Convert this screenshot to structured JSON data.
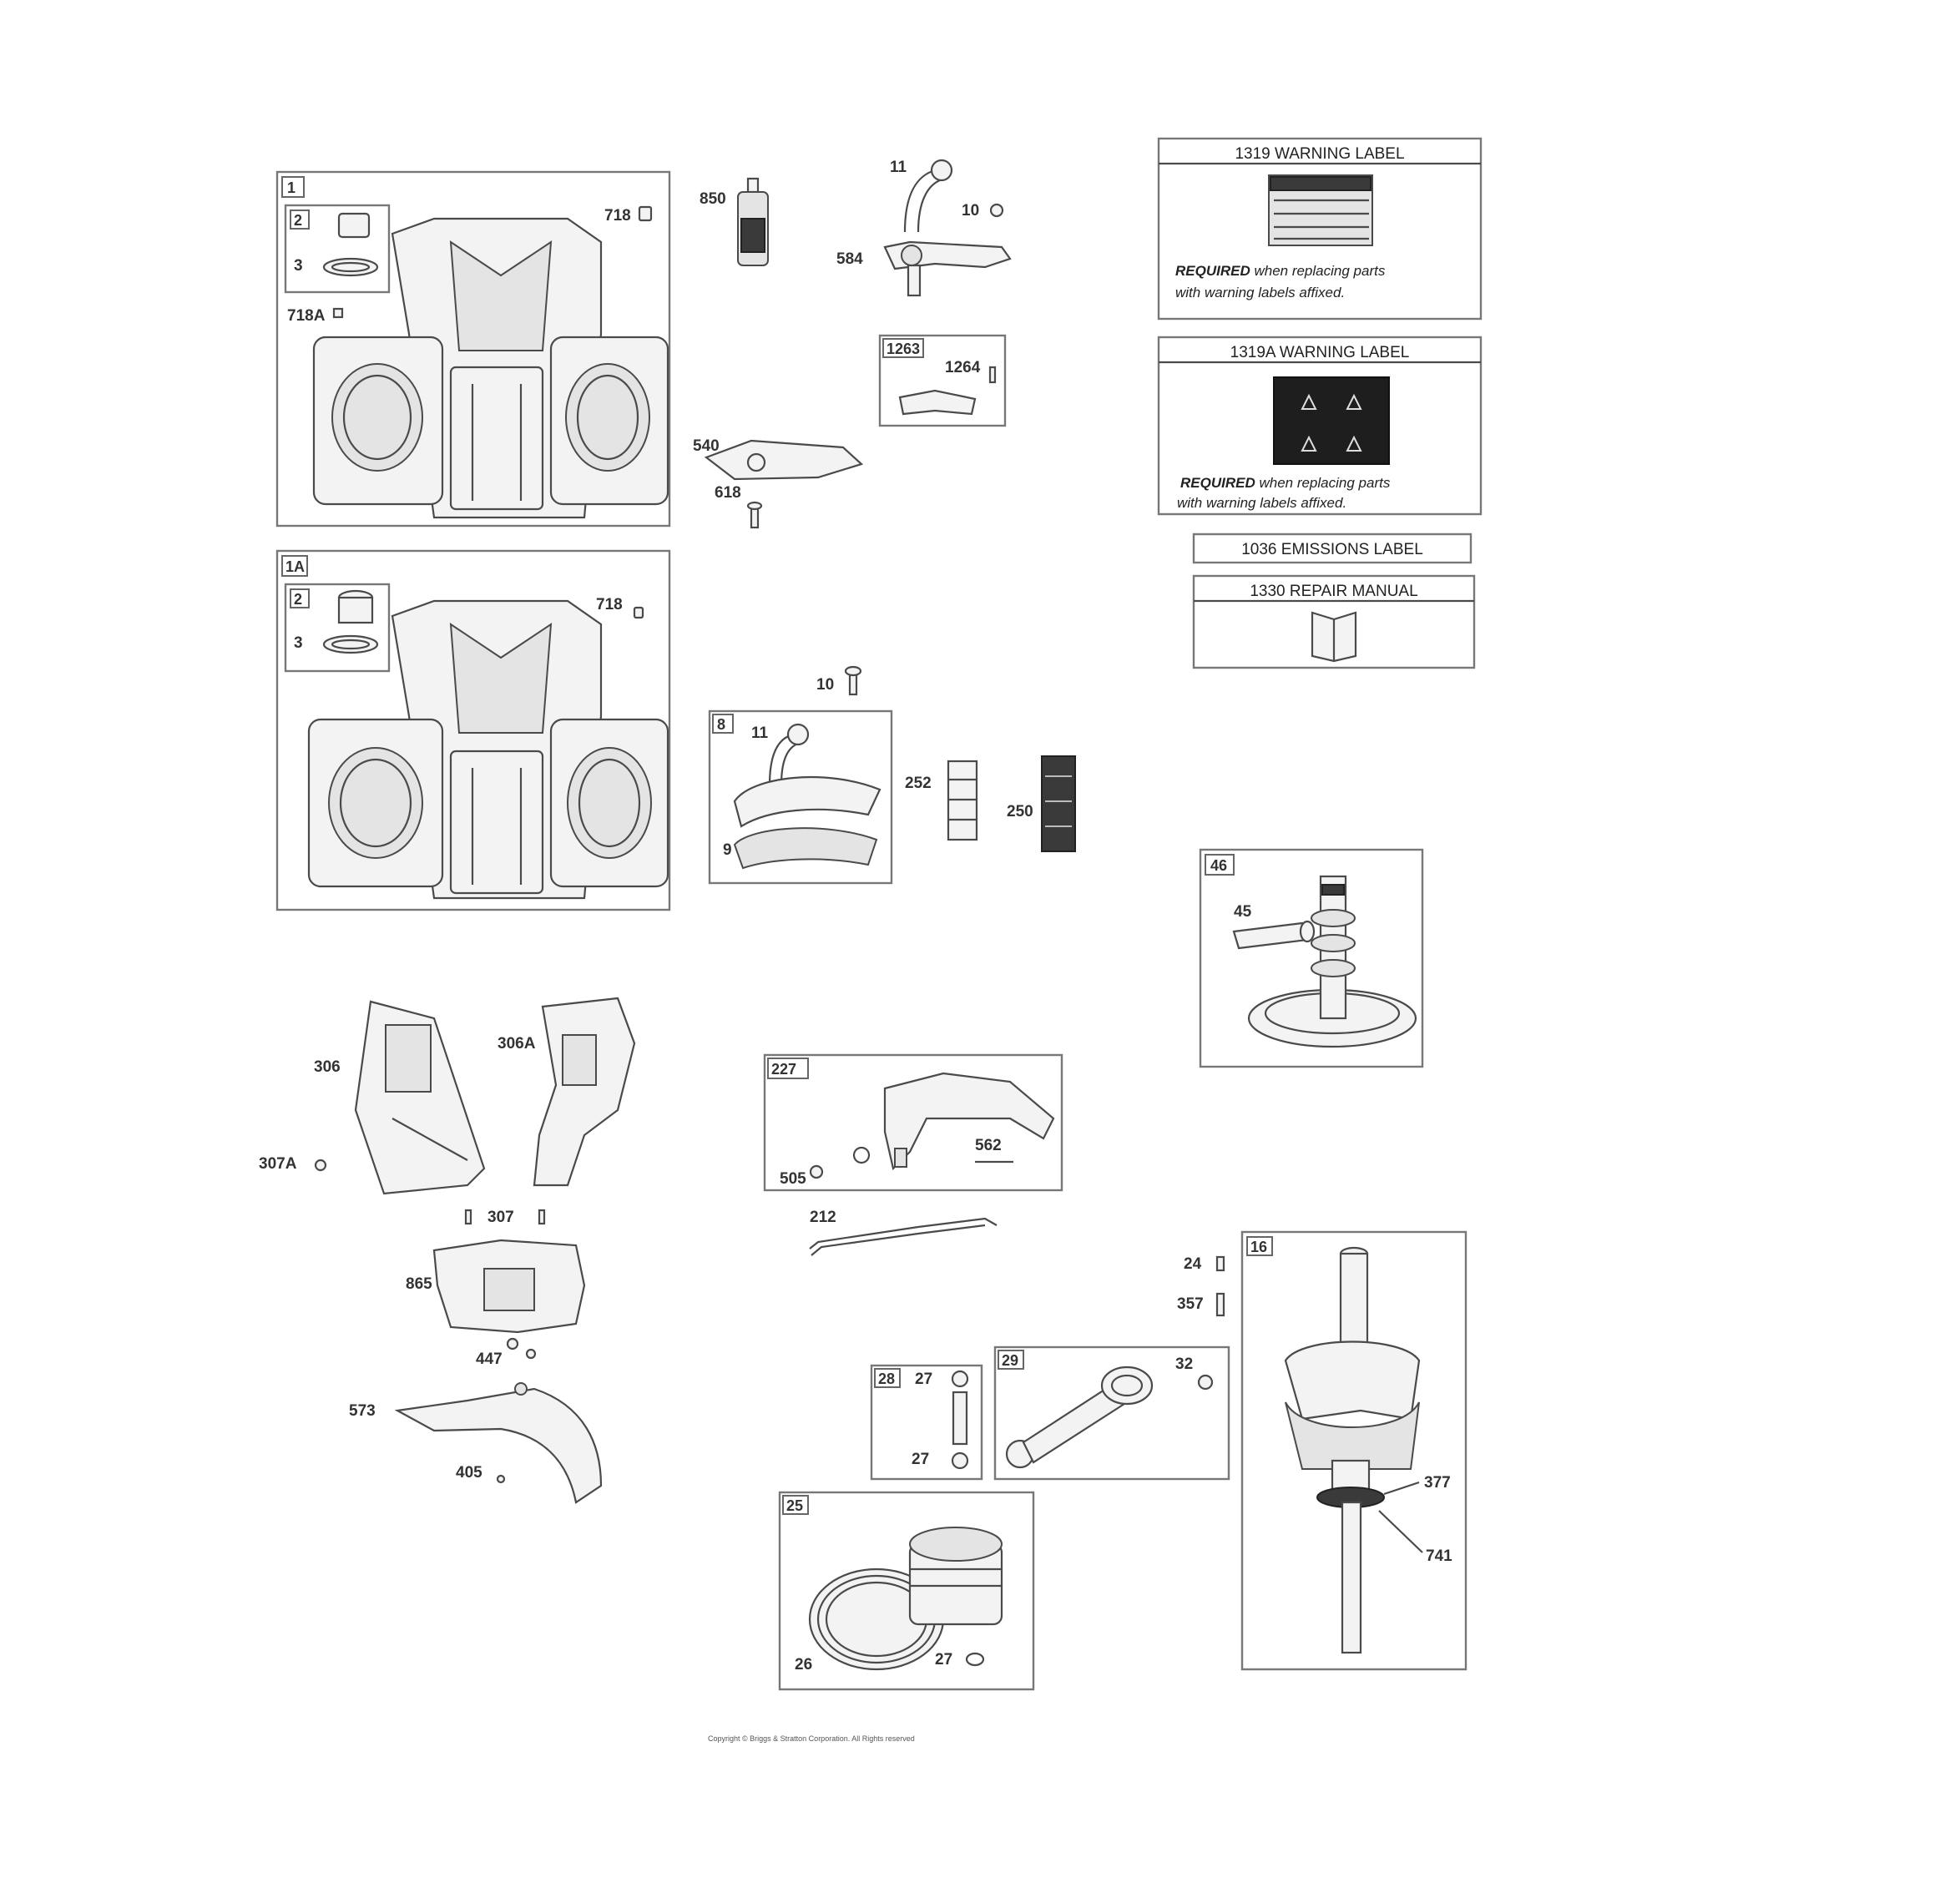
{
  "callouts": {
    "c718_top": "718",
    "c718a": "718A",
    "c2_top": "2",
    "c3_top": "3",
    "c850": "850",
    "c11_top": "11",
    "c10_top": "10",
    "c584": "584",
    "c1263": "1263",
    "c1264": "1264",
    "c540": "540",
    "c618": "618",
    "c718_mid": "718",
    "c2_mid": "2",
    "c3_mid": "3",
    "c10_mid": "10",
    "c11_mid": "11",
    "c9": "9",
    "c252": "252",
    "c250": "250",
    "c45": "45",
    "c306": "306",
    "c306a": "306A",
    "c307a": "307A",
    "c307": "307",
    "c865": "865",
    "c447": "447",
    "c573": "573",
    "c405": "405",
    "c505": "505",
    "c562": "562",
    "c212": "212",
    "c24": "24",
    "c357": "357",
    "c27_a": "27",
    "c27_b": "27",
    "c32": "32",
    "c377": "377",
    "c741": "741",
    "c26": "26",
    "c27_c": "27"
  },
  "tags": {
    "t1": "1",
    "t1a": "1A",
    "t8": "8",
    "t46": "46",
    "t227": "227",
    "t16": "16",
    "t28": "28",
    "t29": "29",
    "t25": "25"
  },
  "labels": {
    "warning1319": {
      "title": "1319 WARNING LABEL",
      "req_bold": "REQUIRED",
      "req_line1": " when replacing parts",
      "req_line2": "with warning labels affixed."
    },
    "warning1319a": {
      "title": "1319A WARNING LABEL",
      "req_bold": "REQUIRED",
      "req_line1": " when replacing parts",
      "req_line2": "with warning labels affixed."
    },
    "emissions": "1036 EMISSIONS LABEL",
    "manual": "1330 REPAIR MANUAL"
  },
  "copyright": "Copyright © Briggs & Stratton Corporation. All Rights reserved"
}
